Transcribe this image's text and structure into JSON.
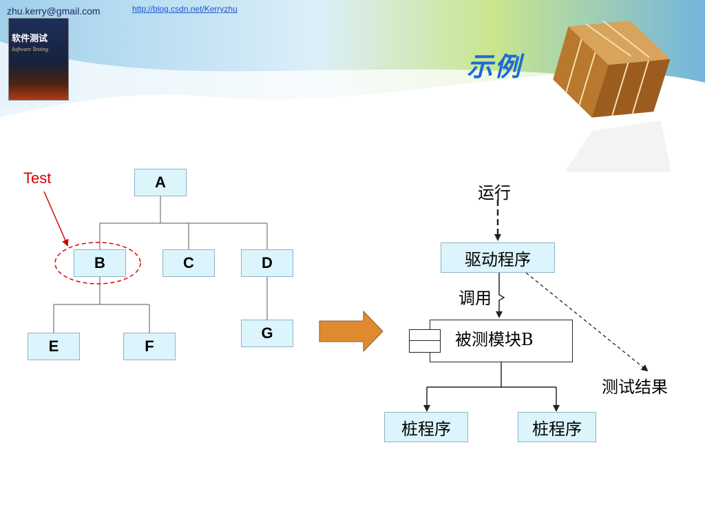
{
  "header": {
    "email": "zhu.kerry@gmail.com",
    "url": "http://blog.csdn.net/Kerryzhu",
    "book_title": "软件测试",
    "book_subtitle": "Software Testing"
  },
  "title": "示例",
  "tree": {
    "test_label": "Test",
    "nodes": {
      "a": "A",
      "b": "B",
      "c": "C",
      "d": "D",
      "e": "E",
      "f": "F",
      "g": "G"
    }
  },
  "harness": {
    "run_label": "运行",
    "driver": "驱动程序",
    "call_label": "调用",
    "module": "被测模块B",
    "result_label": "测试结果",
    "stub_left": "桩程序",
    "stub_right": "桩程序"
  },
  "colors": {
    "title": "#1a6ad8",
    "node_fill": "#dcf4fb",
    "node_border": "#8ab4c4",
    "test_red": "#d80000",
    "arrow_orange": "#e08a30"
  }
}
